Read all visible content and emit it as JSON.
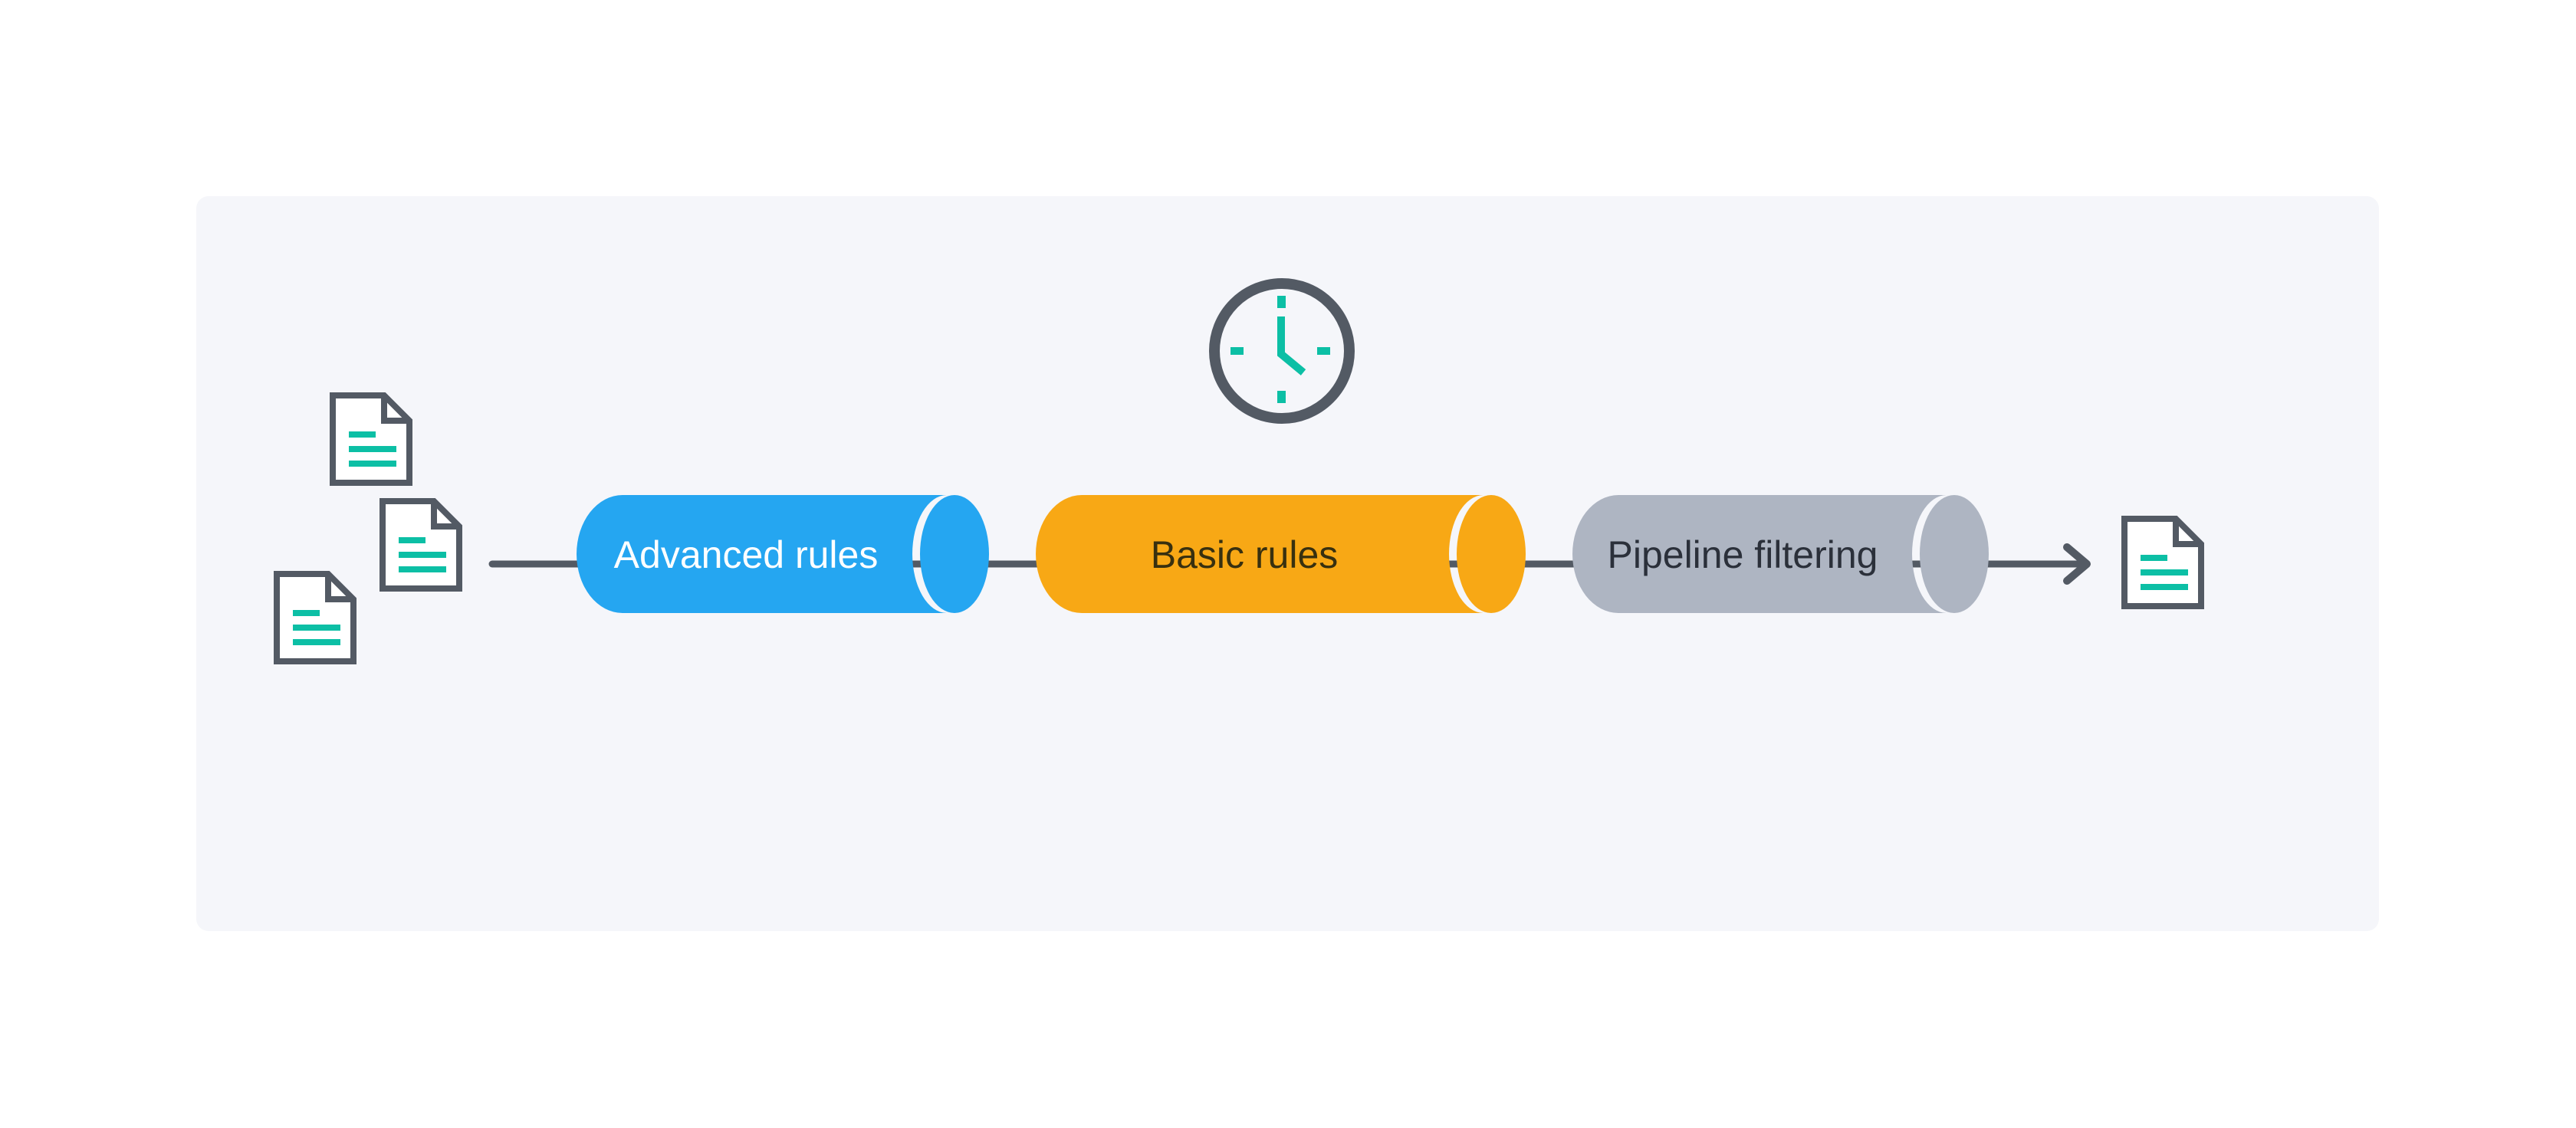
{
  "theme": {
    "canvas_background": "#FFFFFF",
    "card_background": "#F5F6FA",
    "outline_color": "#535A64",
    "accent_color": "#0CBFA5",
    "document_fill": "#FFFFFF"
  },
  "flow": {
    "stages": [
      {
        "id": "advanced-rules",
        "label": "Advanced rules",
        "color": "#25A6F1",
        "text_color": "#FFFFFF"
      },
      {
        "id": "basic-rules",
        "label": "Basic rules",
        "color": "#F8A815",
        "text_color": "#38300F"
      },
      {
        "id": "pipeline-filtering",
        "label": "Pipeline filtering",
        "color": "#AEB5C2",
        "text_color": "#2B303A"
      }
    ],
    "input_document_count": 3,
    "output_document_count": 1,
    "icons": {
      "clock": "clock-icon",
      "document": "document-icon",
      "arrow": "arrow-icon"
    }
  }
}
